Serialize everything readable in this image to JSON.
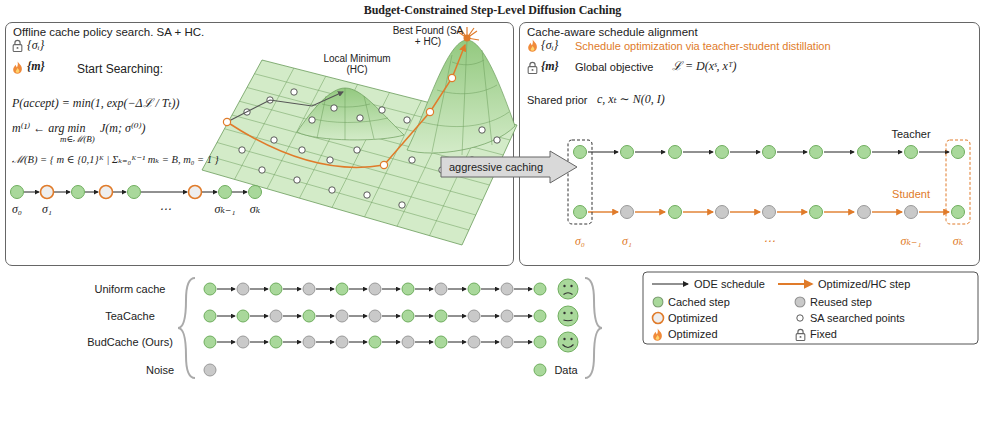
{
  "diagram": {
    "title": "Budget-Constrained Step-Level Diffusion Caching",
    "nodes": [
      {
        "text": [
          "Offline cache policy search. SA + HC."
        ]
      },
      {
        "text": [
          "aggressive caching"
        ]
      },
      {
        "text": [
          "Cache-aware schedule alignment"
        ]
      }
    ],
    "labels": [
      "{σᵢ}",
      "{m}",
      "Start Searching:",
      "P(accept) = min(1, exp(−Δℒ / Tₜ))",
      "m⁽¹⁾ ← arg min",
      "m∈ℳ(B)",
      "J(m; σ⁽⁰⁾)",
      "ℳ(B) = { m ∈ {0,1}ᴷ | Σₖ₌₀ᴷ⁻¹ mₖ = B, m₀ = 1 }",
      "Local Minimum (HC)",
      "Best Found (SA + HC)",
      "σ₀",
      "σ₁",
      "⋯",
      "σₖ₋₁",
      "σₖ",
      "{σᵢ}",
      "Schedule optimization via teacher-student distillation",
      "{m}",
      "Global objective",
      "ℒ = D(xˢ, xᵀ)",
      "Shared prior",
      "c, xₜ ∼ N(0, I)",
      "Teacher",
      "Student",
      "σ₀",
      "σ₁",
      "⋯",
      "σₖ₋₁",
      "σₖ",
      "Uniform cache",
      "TeaCache",
      "BudCache (Ours)",
      "Noise",
      "Data"
    ],
    "legend": [
      {
        "text": "ODE schedule"
      },
      {
        "text": "Optimized/HC step"
      },
      {
        "text": "Cached step",
        "color": "#a9d89b"
      },
      {
        "text": "Reused step",
        "color": "#c9c9c9"
      },
      {
        "text": "Optimized"
      },
      {
        "text": "SA searched points"
      },
      {
        "text": "Optimized"
      },
      {
        "text": "Fixed"
      }
    ]
  }
}
